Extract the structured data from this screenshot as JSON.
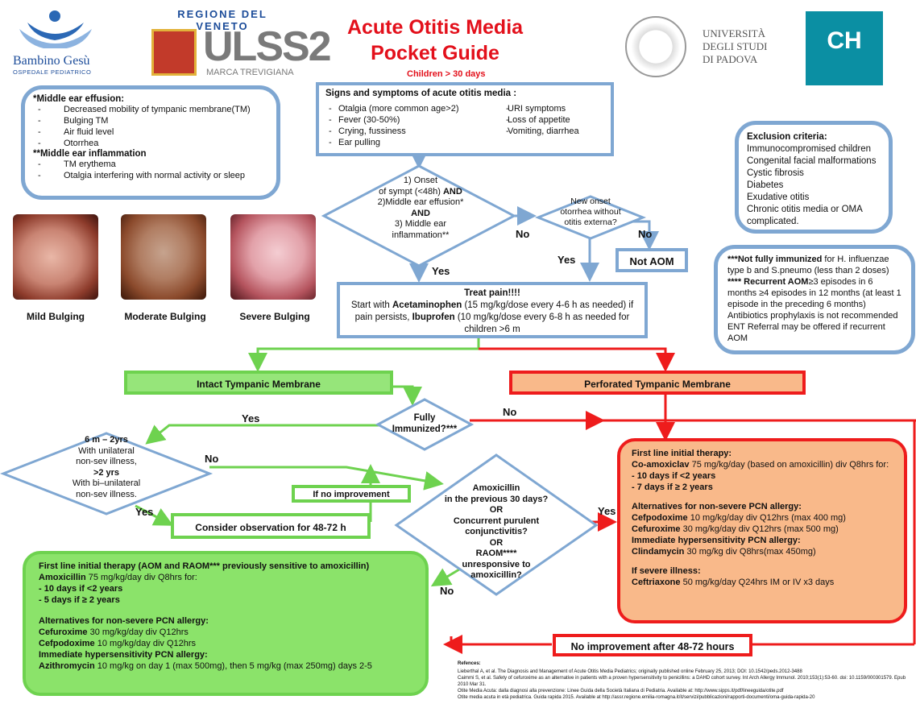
{
  "header": {
    "title_line1": "Acute Otitis Media",
    "title_line2": "Pocket Guide",
    "subtitle": "Children > 30 days"
  },
  "logos": {
    "bambino": {
      "name": "Bambino Gesù",
      "sub": "OSPEDALE PEDIATRICO"
    },
    "ulss": {
      "top": "REGIONE DEL VENETO",
      "name": "ULSS2",
      "sub": "MARCA TREVIGIANA"
    },
    "padova": {
      "line1": "UNIVERSITÀ",
      "line2": "DEGLI STUDI",
      "line3": "DI PADOVA"
    },
    "chop": {
      "name": "CH"
    }
  },
  "effusion_box": {
    "h1": "*Middle ear effusion:",
    "items1": [
      "Decreased mobility of tympanic membrane(TM)",
      "Bulging TM",
      "Air fluid level",
      "Otorrhea"
    ],
    "h2": "**Middle ear inflammation",
    "items2": [
      "TM erythema",
      "Otalgia interfering with normal activity or sleep"
    ]
  },
  "signs_box": {
    "title": "Signs and symptoms of acute otitis media :",
    "left": [
      "Otalgia (more common age>2)",
      "Fever (30-50%)",
      "Crying, fussiness",
      "Ear pulling"
    ],
    "right": [
      "URI symptoms",
      "Loss of appetite",
      "Vomiting, diarrhea"
    ]
  },
  "exclusion_box": {
    "title": "Exclusion criteria:",
    "items": [
      "Immunocompromised children",
      "Congenital facial malformations",
      "Cystic fibrosis",
      "Diabetes",
      "Exudative otitis",
      "Chronic otitis media or OMA complicated."
    ]
  },
  "diamond1": {
    "l1": "1) Onset",
    "l2a": "of sympt (<48h) ",
    "l2b": "AND",
    "l3": "2)Middle ear effusion*",
    "l4": "AND",
    "l5": "3) Middle ear",
    "l6": "inflammation**"
  },
  "diamond2": {
    "l1": "New onset",
    "l2": "otorrhea without",
    "l3": "otitis externa?"
  },
  "not_aom": "Not AOM",
  "notes_box": {
    "p1b": "***Not fully immunized",
    "p1": " for H. influenzae type b and S.pneumo (less than 2 doses)",
    "p2b": "**** Recurrent AOM",
    "p2": "≥3 episodes in 6 months ≥4 episodes in 12 months (at least 1 episode in the preceding 6 months)",
    "p3": "Antibiotics prophylaxis is not recommended",
    "p4": "ENT Referral may be offered if recurrent AOM"
  },
  "photos": {
    "mild": "Mild Bulging",
    "moderate": "Moderate Bulging",
    "severe": "Severe Bulging"
  },
  "pain_box": {
    "title": "Treat pain!!!!",
    "t1": "Start with ",
    "t1b": "Acetaminophen",
    "t2": " (15 mg/kg/dose every 4-6 h as needed) if pain persists, ",
    "t2b": "Ibuprofen",
    "t3": " (10 mg/kg/dose every 6-8 h as needed for children >6 m"
  },
  "intact": "Intact Tympanic Membrane",
  "perforated": "Perforated Tympanic Membrane",
  "diamond_immunized": {
    "l1": "Fully",
    "l2": "Immunized?***"
  },
  "diamond_age": {
    "l1": "6 m – 2yrs",
    "l2": "With unilateral",
    "l3": "non-sev illness,",
    "l4": ">2 yrs",
    "l5": "With bi–unilateral",
    "l6": "non-sev illness."
  },
  "no_improvement_small": "If no improvement",
  "observation": "Consider observation for 48-72 h",
  "diamond_amox": {
    "l1": "Amoxicillin",
    "l2": "in the previous  30 days?",
    "l3": "OR",
    "l4": "Concurrent purulent",
    "l5": "conjunctivitis?",
    "l6": "OR",
    "l7": "RAOM****",
    "l8": "unresponsive to",
    "l9": "amoxicillin?"
  },
  "labels": {
    "yes": "Yes",
    "no": "No"
  },
  "green_box": {
    "title": "First line initial therapy (AOM and RAOM*** previously sensitive to amoxicillin)",
    "drug_b": "Amoxicillin",
    "drug": " 75 mg/kg/day div Q8hrs for:",
    "d1": "- 10 days if <2 years",
    "d2": "- 5 days if ≥ 2 years",
    "alt_title": "Alternatives for non-severe PCN allergy:",
    "a1b": "Cefuroxime",
    "a1": " 30 mg/kg/day div Q12hrs",
    "a2b": "Cefpodoxime",
    "a2": " 10 mg/kg/day div Q12hrs",
    "imm_title": "Immediate hypersensitivity PCN allergy:",
    "i1b": "Azithromycin",
    "i1": " 10 mg/kg on day 1 (max 500mg), then 5 mg/kg (max 250mg) days 2-5"
  },
  "orange_box": {
    "title": "First line initial therapy:",
    "drug_b": "Co-amoxiclav",
    "drug": " 75 mg/kg/day (based on amoxicillin) div Q8hrs for:",
    "d1": "- 10 days if <2 years",
    "d2": "- 7 days if ≥ 2 years",
    "alt_title": "Alternatives for non-severe PCN allergy:",
    "a1b": "Cefpodoxime",
    "a1": " 10 mg/kg/day div Q12hrs (max 400 mg)",
    "a2b": "Cefuroxime",
    "a2": " 30 mg/kg/day div Q12hrs (max 500 mg)",
    "imm_title": "Immediate hypersensitivity PCN allergy:",
    "i1b": "Clindamycin",
    "i1": "  30 mg/kg div Q8hrs(max 450mg)",
    "sev_title": "If severe illness:",
    "s1b": "Ceftriaxone",
    "s1": " 50 mg/kg/day Q24hrs IM or IV x3 days"
  },
  "no_improvement_big": "No improvement after 48-72 hours",
  "references": {
    "title": "Refences:",
    "r1": "Lieberthal A, et al. The Diagnosis and Management of Acute Otitis Media  Pediatrics; originally published online February 25, 2013; DOI: 10.1542/peds.2012-3488",
    "r2": " Caimmi S, et al. Safety of cefuroxime as an alternative in patients with a proven hypersensitivity to penicillins: a DAHD cohort survey.  Int Arch Allergy Immunol. 2010;153(1):53-60. doi: 10.1159/000301579. Epub 2010 Mar 31.",
    "r3": "Otite Media Acuta: dalla diagnosi alla prevenzione: Linee Guida della Società Italiana di Pediatria. Available at: http://www.sipps.it/pdf/lineeguida/otite.pdf",
    "r4": "Otite media acuta in età pediatrica. Guida rapida 2015. Available at http://assr.regione.emilia-romagna.it/it/servizi/pubblicazioni/rapporti-documenti/oma-guida-rapida-20"
  }
}
